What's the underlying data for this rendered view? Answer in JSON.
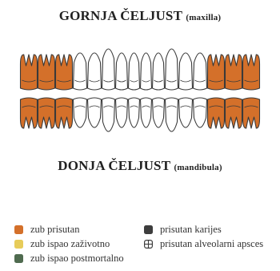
{
  "header": {
    "upper_title": "GORNJA ČELJUST",
    "upper_subtitle": "(maxilla)",
    "lower_title": "DONJA ČELJUST",
    "lower_subtitle": "(mandibula)"
  },
  "legend": {
    "present": {
      "label": "zub prisutan",
      "color": "#d4702a"
    },
    "lost_antemortem": {
      "label": "zub ispao zaživotno",
      "color": "#e7cc5a"
    },
    "lost_postmortem": {
      "label": "zub ispao postmortalno",
      "color": "#4f6b4f"
    },
    "caries": {
      "label": "prisutan karijes",
      "color": "#3d3d3d"
    },
    "abscess": {
      "label": "prisutan alveolarni apsces",
      "icon": "abscess-grid-icon"
    }
  },
  "teeth": {
    "outline_color": "#3a3a3a",
    "upper": [
      "present",
      "present",
      "present",
      "none",
      "none",
      "none",
      "none",
      "none",
      "none",
      "none",
      "none",
      "none",
      "none",
      "present",
      "present",
      "present"
    ],
    "lower": [
      "present",
      "present",
      "present",
      "none",
      "none",
      "none",
      "none",
      "none",
      "none",
      "none",
      "none",
      "none",
      "none",
      "present",
      "present",
      "present"
    ]
  }
}
